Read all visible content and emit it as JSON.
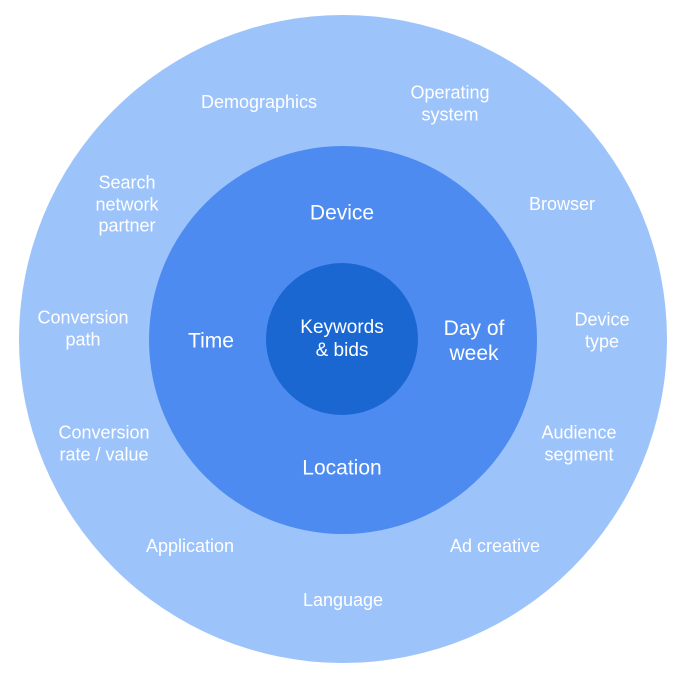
{
  "colors": {
    "outer_ring": "#9dc3fb",
    "middle_ring": "#4e8bf0",
    "inner_circle": "#1a67d2",
    "text": "#ffffff"
  },
  "center": {
    "label": "Keywords\n& bids"
  },
  "middle_ring": {
    "device": "Device",
    "time": "Time",
    "day_of_week": "Day of\nweek",
    "location": "Location"
  },
  "outer_ring": {
    "demographics": "Demographics",
    "operating_system": "Operating\nsystem",
    "search_network_partner": "Search\nnetwork\npartner",
    "browser": "Browser",
    "conversion_path": "Conversion\npath",
    "device_type": "Device\ntype",
    "conversion_rate_value": "Conversion\nrate / value",
    "audience_segment": "Audience\nsegment",
    "application": "Application",
    "ad_creative": "Ad creative",
    "language": "Language"
  }
}
